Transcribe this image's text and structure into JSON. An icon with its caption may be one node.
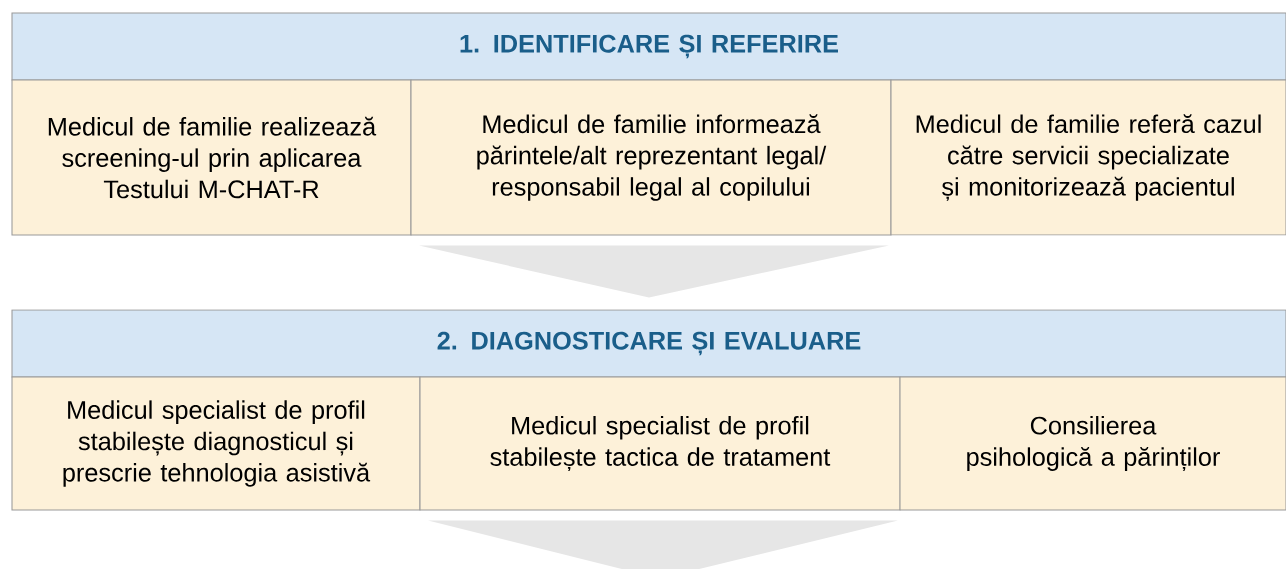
{
  "diagram": {
    "nodes": [
      {
        "text": [
          "1. IDENTIFICARE ȘI REFERIRE"
        ]
      },
      {
        "text": [
          "Medicul de familie realizează screening-ul prin aplicarea Testului M-CHAT-R"
        ]
      },
      {
        "text": [
          "Medicul de familie informează părintele/alt reprezentant legal/ responsabil legal al copilului"
        ]
      },
      {
        "text": [
          "Medicul de familie referă cazul către servicii specializate și monitorizează pacientul"
        ]
      },
      {
        "text": [
          "2. DIAGNOSTICARE ȘI EVALUARE"
        ]
      },
      {
        "text": [
          "Medicul specialist de profil stabilește diagnosticul și prescrie tehnologia asistivă"
        ]
      },
      {
        "text": [
          "Medicul specialist de profil stabilește tactica de tratament"
        ]
      },
      {
        "text": [
          "Consilierea psihologică a părinților"
        ]
      }
    ],
    "edges": [
      {
        "from": 2,
        "to": 4,
        "arrow": "to"
      },
      {
        "from": 6,
        "to": null,
        "arrow": "to"
      }
    ]
  }
}
